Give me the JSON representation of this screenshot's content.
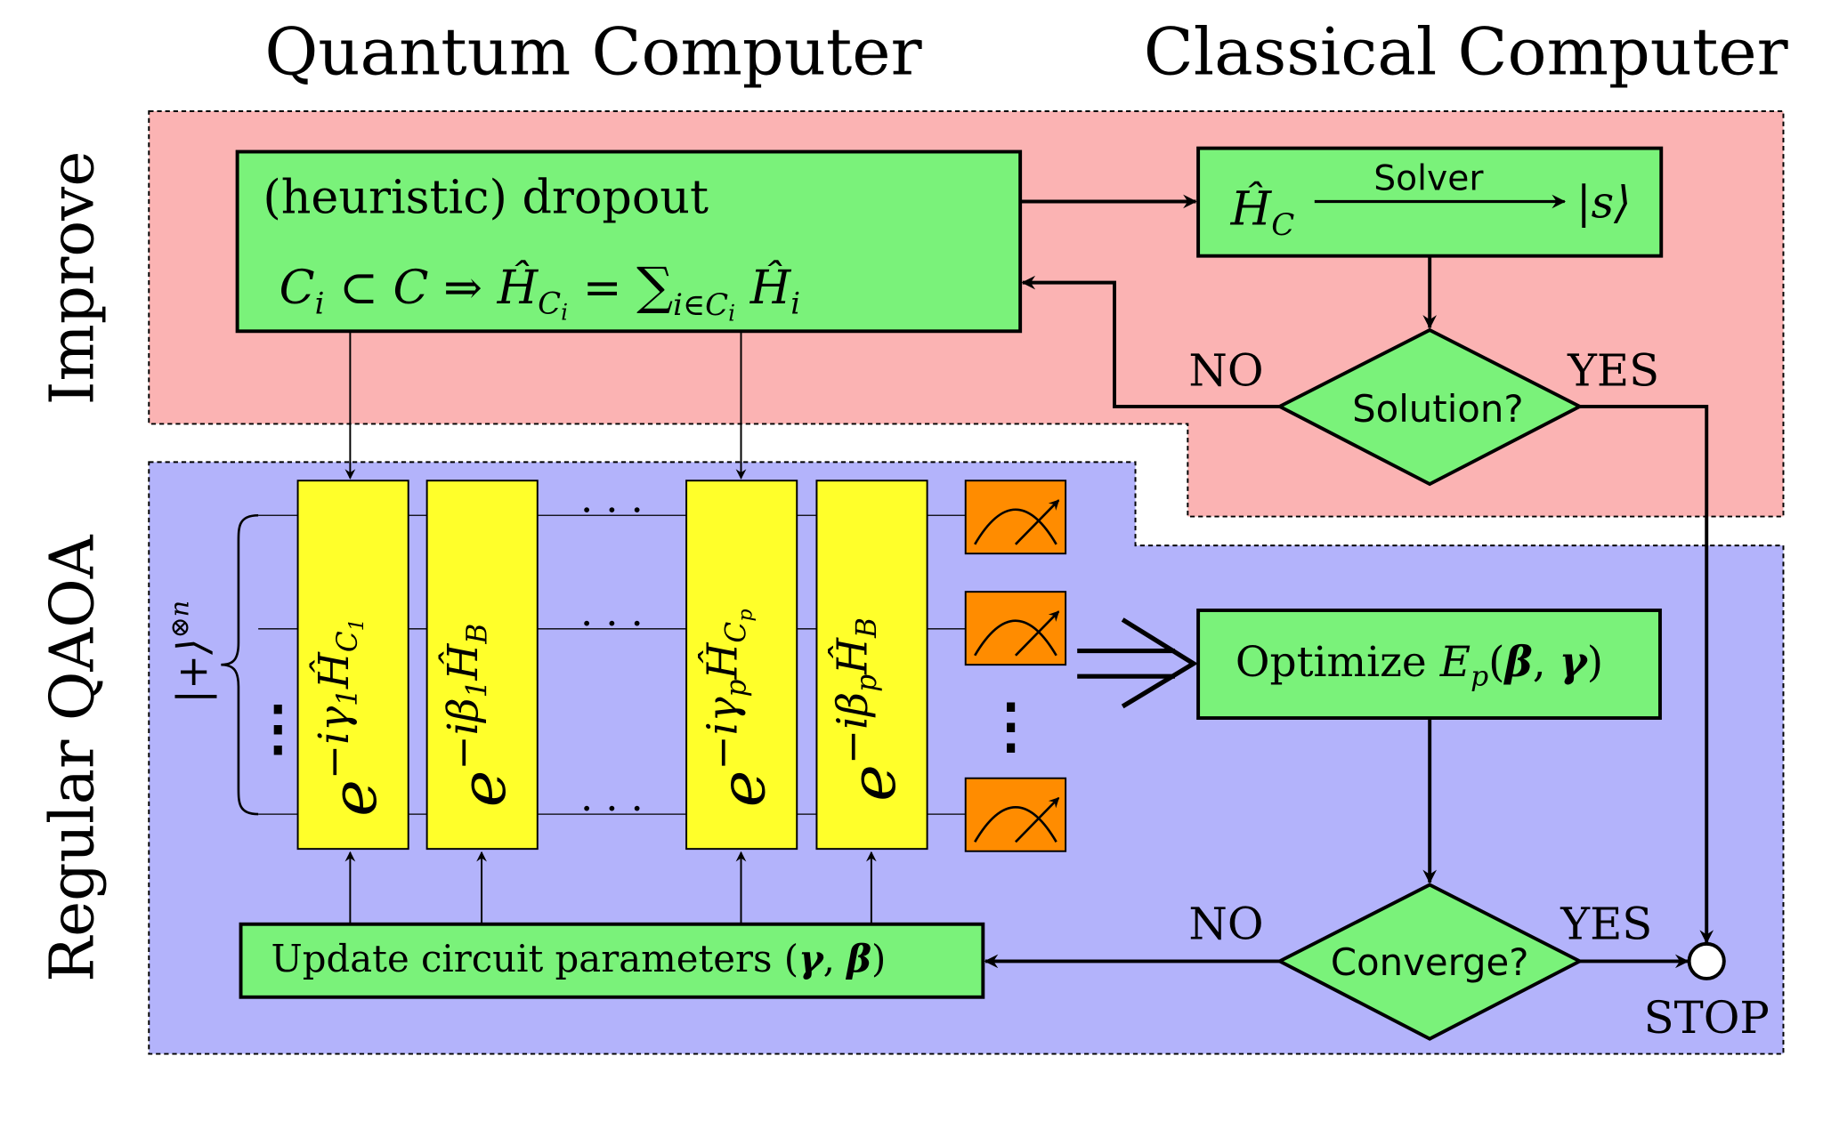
{
  "headers": {
    "quantum": "Quantum Computer",
    "classical": "Classical Computer"
  },
  "side_labels": {
    "improve": "Improve",
    "regular": "Regular QAOA"
  },
  "colors": {
    "improve_region": "#fbb3b3",
    "qaoa_region": "#b3b3fb",
    "process_box": "#7af27a",
    "gate_box": "#ffff2a",
    "meter_box": "#ff8c00"
  },
  "dropout_box": {
    "title": "(heuristic) dropout",
    "formula": {
      "c_sub": "C",
      "c_sub_idx": "i",
      "subset": " ⊂ ",
      "c": "C",
      "implies": " ⇒ ",
      "h": "Ĥ",
      "h_sub": "C",
      "h_sub_idx": "i",
      "eq": " = ",
      "sum": "∑",
      "sum_sub": "i∈C",
      "sum_sub_idx": "i",
      "h2": " Ĥ",
      "h2_sub": "i"
    }
  },
  "solver_box": {
    "h": "Ĥ",
    "h_sub": "C",
    "label": "Solver",
    "ket": "|s⟩"
  },
  "solution_decision": {
    "label": "Solution?",
    "no": "NO",
    "yes": "YES"
  },
  "input_state": {
    "ket": "|+⟩",
    "power": "⊗n",
    "dots": "⋮"
  },
  "gates": [
    {
      "e": "e",
      "exp": "−iγ",
      "exp_sub": "1",
      "h": "Ĥ",
      "h_sub": "C",
      "h_sub_idx": "1"
    },
    {
      "e": "e",
      "exp": "−iβ",
      "exp_sub": "1",
      "h": "Ĥ",
      "h_sub": "B",
      "h_sub_idx": ""
    },
    {
      "e": "e",
      "exp": "−iγ",
      "exp_sub": "p",
      "h": "Ĥ",
      "h_sub": "C",
      "h_sub_idx": "p"
    },
    {
      "e": "e",
      "exp": "−iβ",
      "exp_sub": "p",
      "h": "Ĥ",
      "h_sub": "B",
      "h_sub_idx": ""
    }
  ],
  "wire_dots": "· · ·",
  "meter_dots": "⋮",
  "optimize_box": {
    "text": "Optimize ",
    "e": "E",
    "e_sub": "p",
    "args_open": "(",
    "beta": "β",
    "comma": ", ",
    "gamma": "γ",
    "args_close": ")"
  },
  "converge_decision": {
    "label": "Converge?",
    "no": "NO",
    "yes": "YES"
  },
  "update_box": {
    "text": "Update circuit parameters ",
    "open": "(",
    "gamma": "γ",
    "comma": ", ",
    "beta": "β",
    "close": ")"
  },
  "stop": {
    "label": "STOP"
  }
}
